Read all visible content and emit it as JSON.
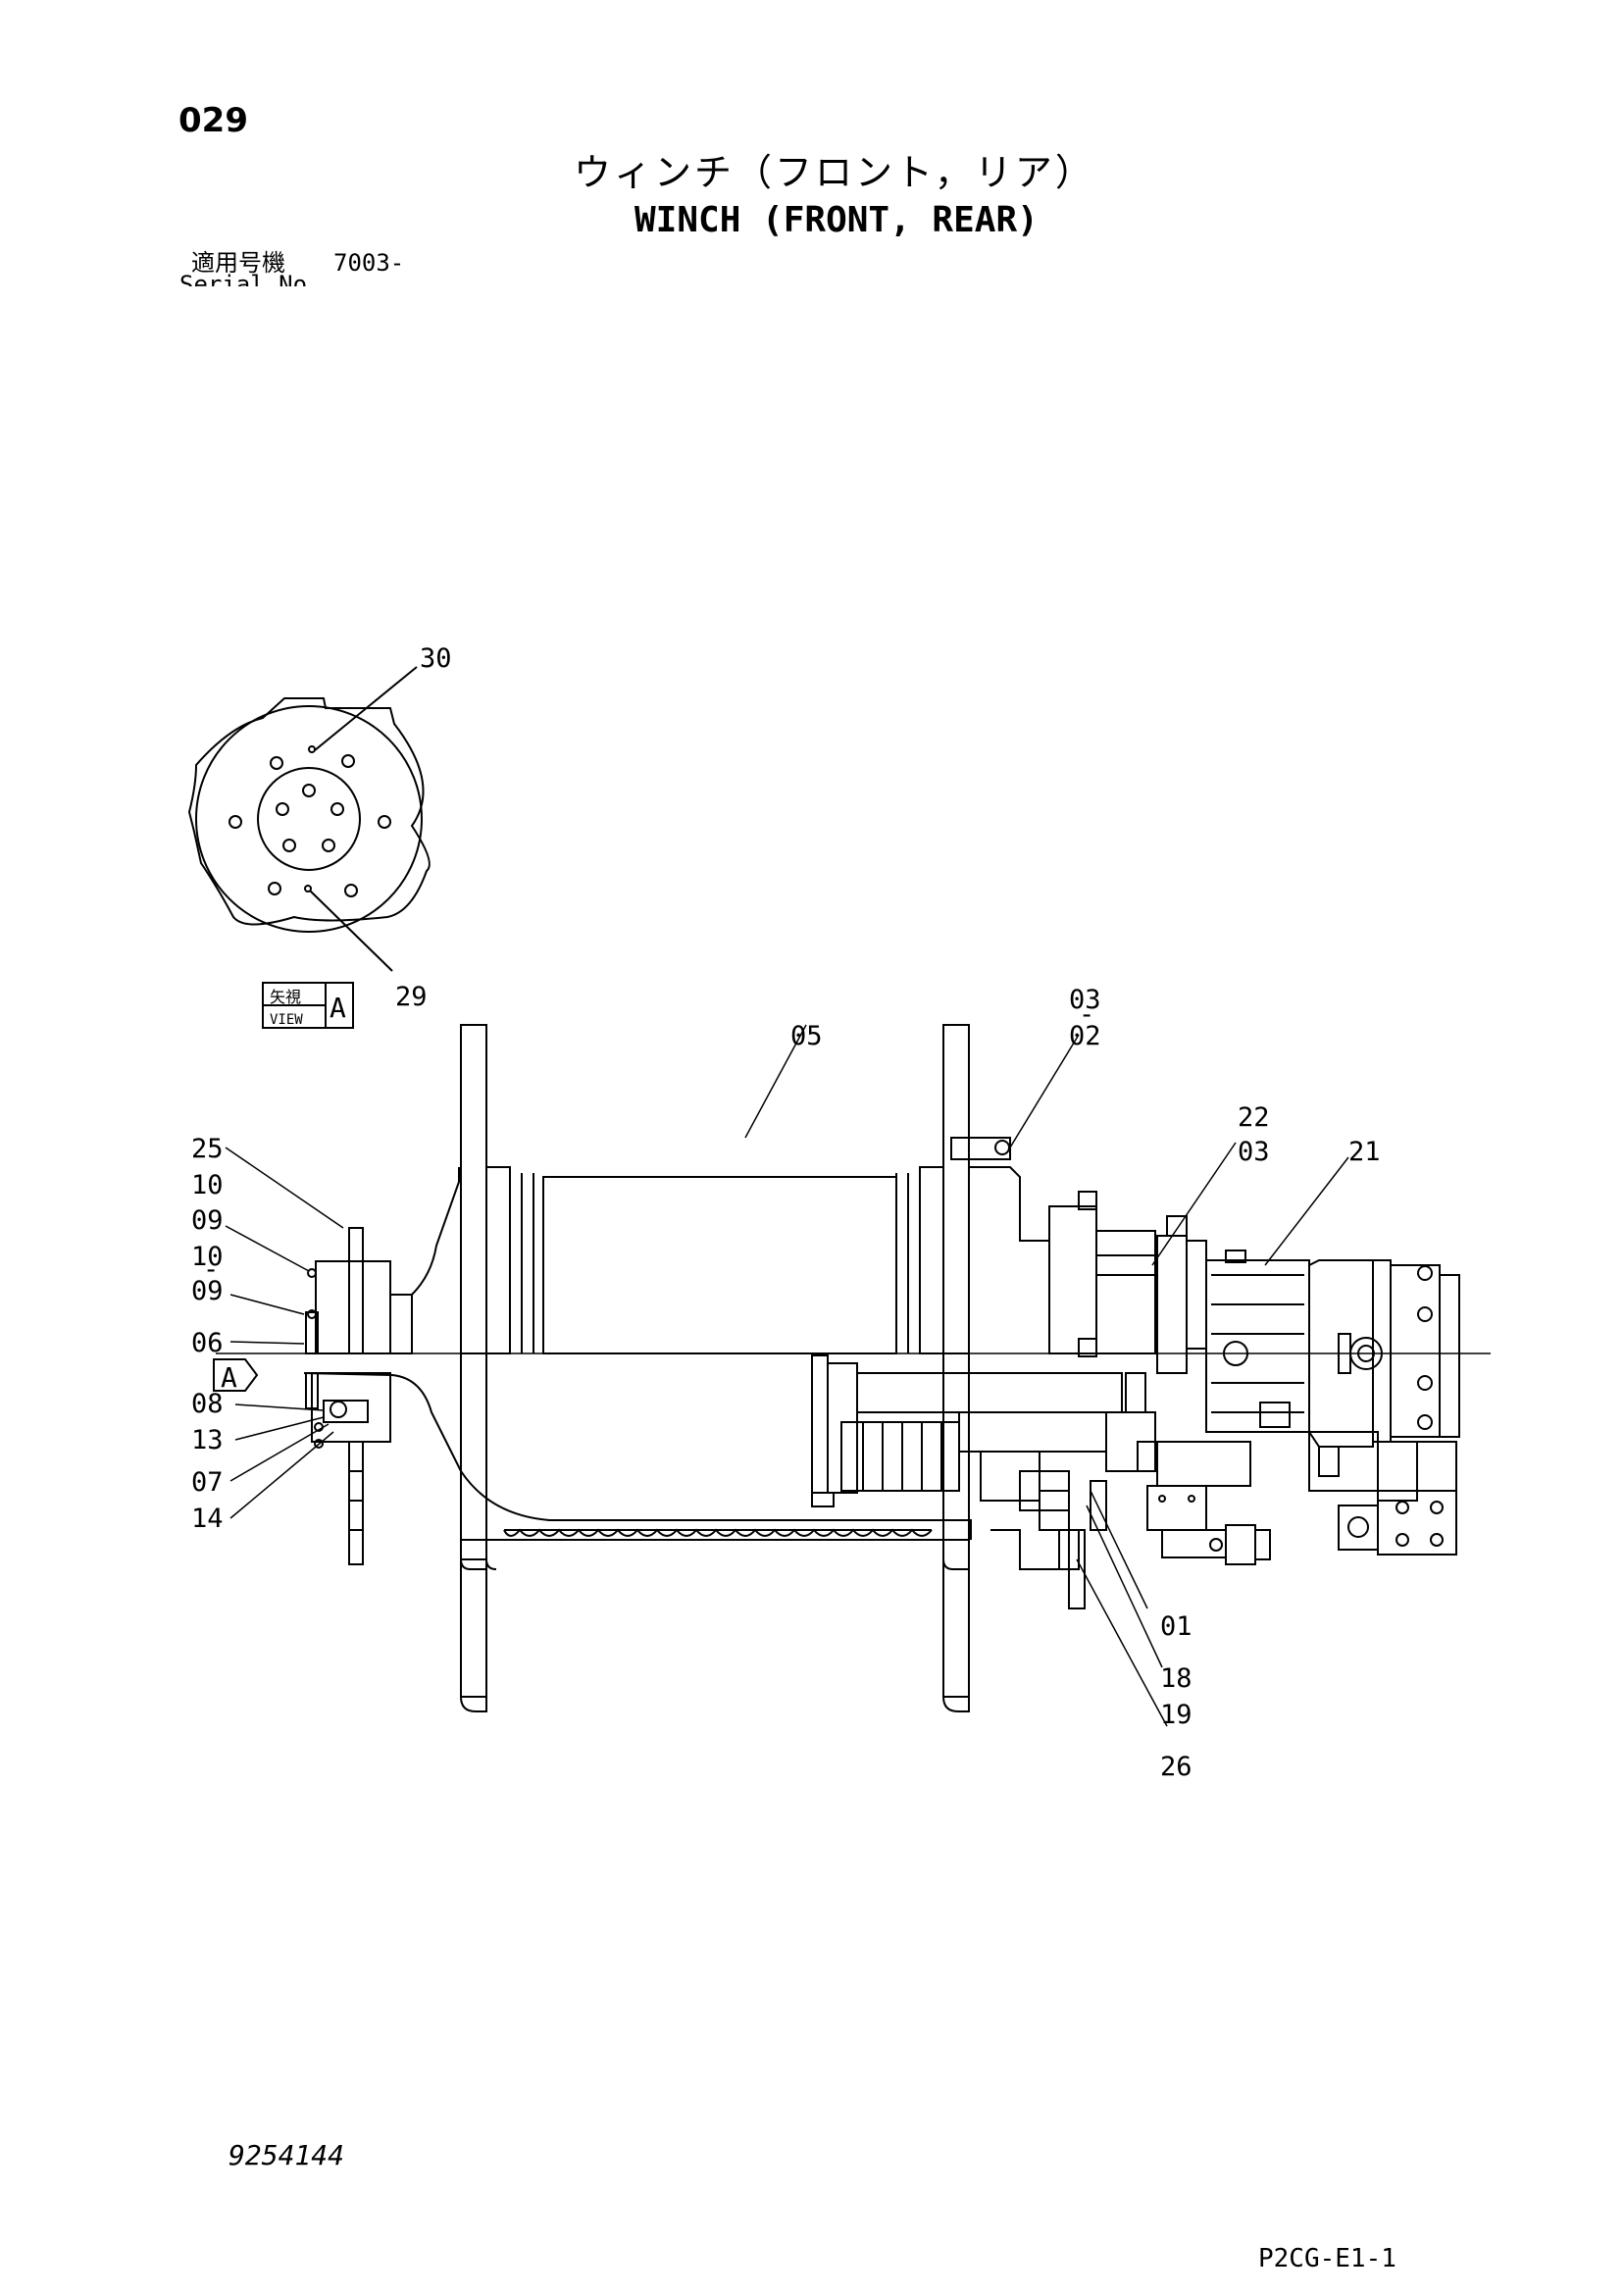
{
  "header": {
    "page_number": "029",
    "title_jp": "ウィンチ（フロント，リア）",
    "title_en": "WINCH (FRONT, REAR)",
    "serial_label_jp": "適用号機",
    "serial_label_en": "Serial No.",
    "serial_value": "7003-"
  },
  "view": {
    "label_jp": "矢視",
    "label_en": "VIEW",
    "letter": "A",
    "arrow_letter": "A"
  },
  "callouts": {
    "c30": "30",
    "c29": "29",
    "c05": "05",
    "c03a": "03",
    "c02": "02",
    "c22": "22",
    "c03b": "03",
    "c21": "21",
    "c25": "25",
    "c10a": "10",
    "c09a": "09",
    "c10b": "10",
    "c09b": "09",
    "c06": "06",
    "c08": "08",
    "c13": "13",
    "c07": "07",
    "c14": "14",
    "c01": "01",
    "c18": "18",
    "c19": "19",
    "c26": "26"
  },
  "footer": {
    "doc_number": "9254144",
    "sheet_code": "P2CG-E1-1"
  }
}
